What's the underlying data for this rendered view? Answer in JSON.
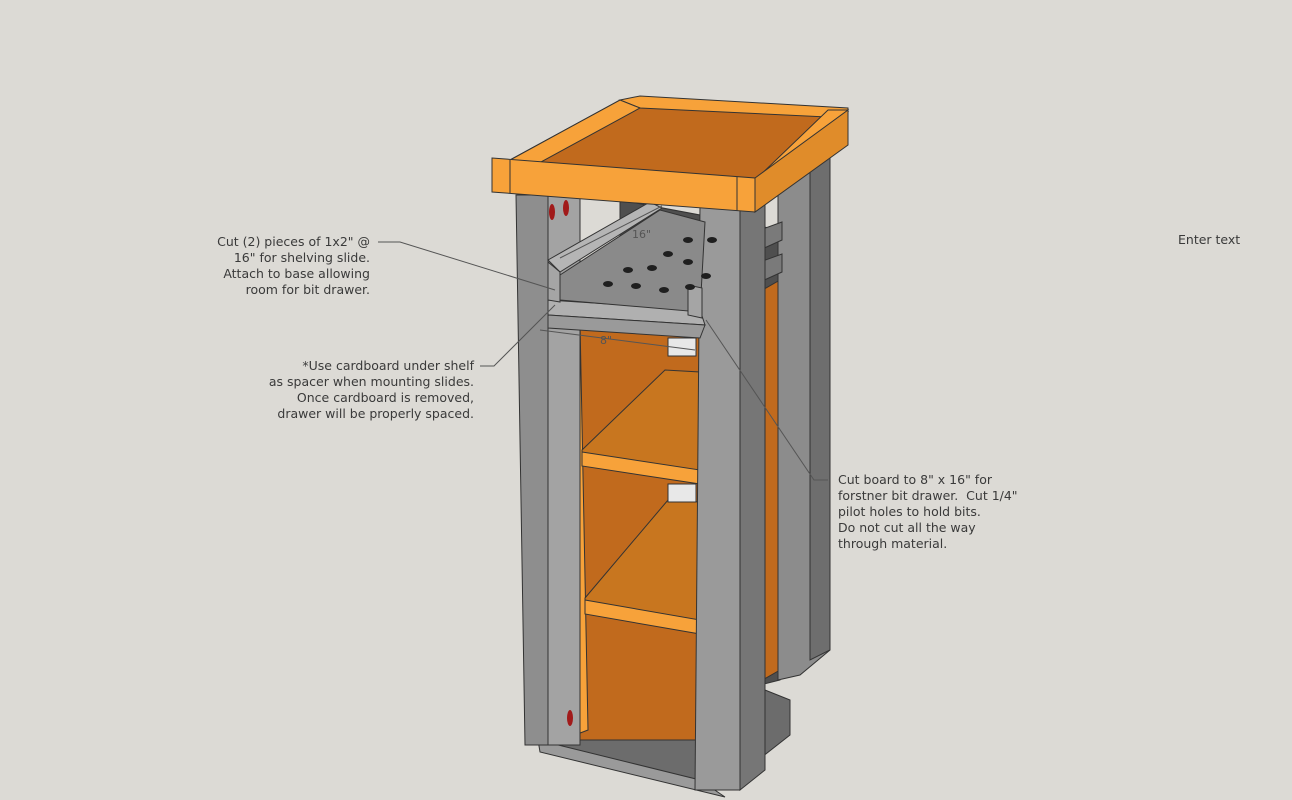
{
  "notes": {
    "slide_note": "Cut (2) pieces of 1x2\" @\n16\" for shelving slide.\nAttach to base allowing\nroom for bit drawer.",
    "cardboard_note": "*Use cardboard under shelf\nas spacer when mounting slides.\nOnce cardboard is removed,\ndrawer will be properly spaced.",
    "drawer_note": "Cut board to 8\" x 16\" for\nforstner bit drawer.  Cut 1/4\"\npilot holes to hold bits.\nDo not cut all the way\nthrough material.",
    "placeholder": "Enter text"
  },
  "dimensions": {
    "length": "16\"",
    "width": "8\""
  },
  "colors": {
    "background": "#dcdad5",
    "wood_orange": "#f7a23a",
    "wood_dark": "#c16a1d",
    "frame_gray": "#8c8c8c",
    "frame_dark": "#5e5e5e",
    "pilot_hole": "#1f1f1f",
    "leader_line": "#555555"
  }
}
